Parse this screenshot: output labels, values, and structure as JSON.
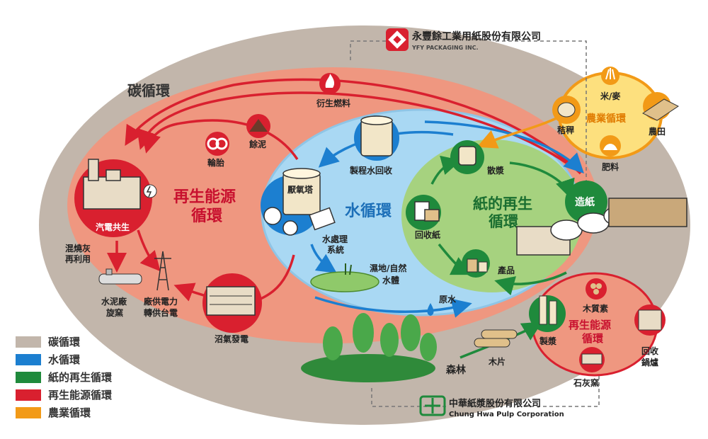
{
  "companies": {
    "yfy_name": "永豐餘工業用紙股份有限公司",
    "yfy_sub": "YFY PACKAGING INC.",
    "chp_name": "中華紙漿股份有限公司",
    "chp_sub": "Chung Hwa Pulp Corporation"
  },
  "cycles": {
    "carbon": "碳循環",
    "water": "水循環",
    "paper_line1": "紙的再生",
    "paper_line2": "循環",
    "renew_line1": "再生能源",
    "renew_line2": "循環",
    "agri": "農業循環",
    "renew2_line1": "再生能源",
    "renew2_line2": "循環"
  },
  "nodes": {
    "derived_fuel": "衍生燃料",
    "sludge": "餘泥",
    "tire": "輪胎",
    "cogen": "汽電共生",
    "ash_line1": "混燒灰",
    "ash_line2": "再利用",
    "cement_line1": "水泥廠",
    "cement_line2": "旋窯",
    "power_line1": "廠供電力",
    "power_line2": "轉供台電",
    "biogas": "沼氣發電",
    "process_water": "製程水回收",
    "anaerobic": "厭氧塔",
    "treatment_line1": "水處理",
    "treatment_line2": "系統",
    "wetland_line1": "濕地/自然",
    "wetland_line2": "水體",
    "raw_water": "原水",
    "pulp_break": "散漿",
    "recycled_paper": "回收紙",
    "product": "產品",
    "papermaking": "造紙",
    "rice": "米/麥",
    "straw": "秸稈",
    "farmland": "農田",
    "fertilizer": "肥料",
    "biomass": "木質素",
    "pulping": "製漿",
    "recovery_line1": "回收",
    "recovery_line2": "鍋爐",
    "lime_kiln": "石灰窯",
    "wood_chip": "木片",
    "forest": "森林"
  },
  "legend": [
    {
      "label": "碳循環",
      "color": "#c2b6ab"
    },
    {
      "label": "水循環",
      "color": "#1c7fd0"
    },
    {
      "label": "紙的再生循環",
      "color": "#1f8a3c"
    },
    {
      "label": "再生能源循環",
      "color": "#d9202f"
    },
    {
      "label": "農業循環",
      "color": "#f29a17"
    }
  ],
  "colors": {
    "carbon": "#c2b6ab",
    "renew_fill": "#ef9780",
    "renew_line": "#d9202f",
    "water_fill": "#a9d8f3",
    "water_line": "#1c7fd0",
    "paper_fill": "#a6d27f",
    "paper_line": "#1f8a3c",
    "agri_line": "#f29a17",
    "agri_fill": "#fde07e"
  }
}
